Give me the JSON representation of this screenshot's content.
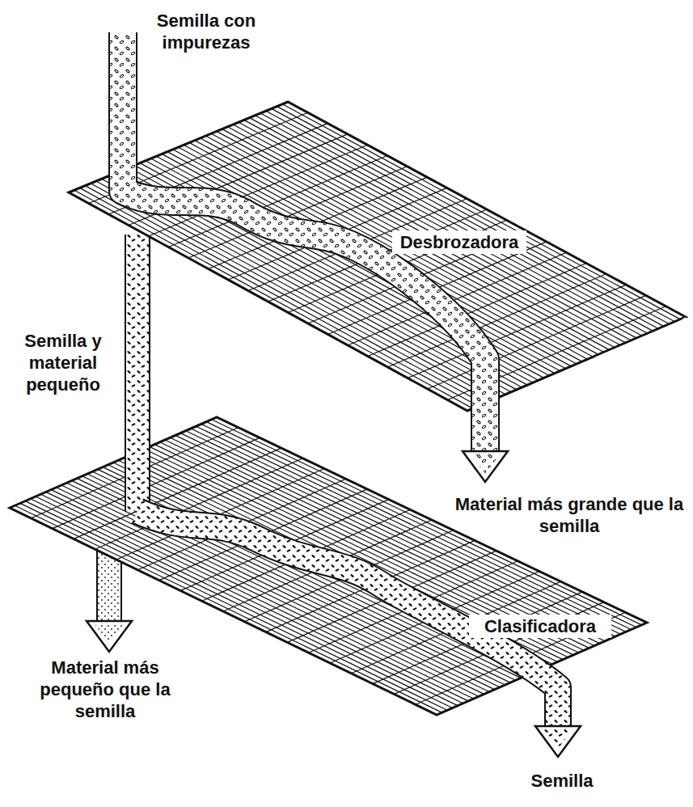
{
  "diagram": {
    "labels": [
      "Semilla con impurezas",
      "Desbrozadora",
      "Semilla y material pequeño",
      "Material más grande que la semilla",
      "Clasificadora",
      "Material más pequeño que la semilla",
      "Semilla"
    ]
  }
}
